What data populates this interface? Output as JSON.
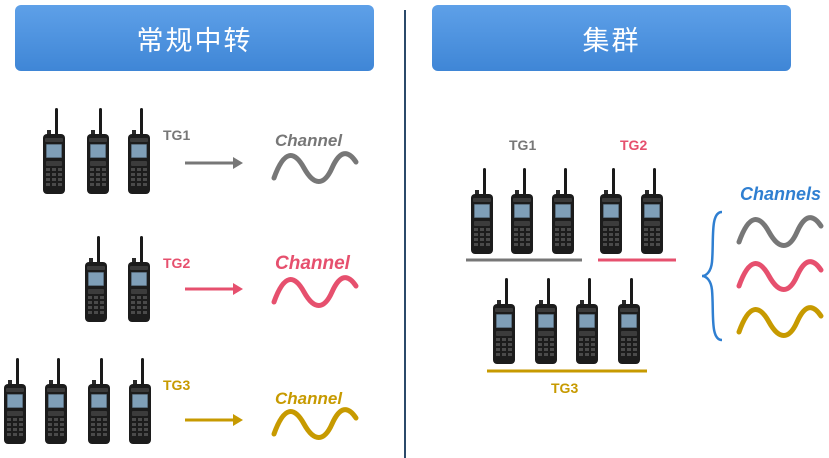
{
  "left_panel": {
    "title": "常规中转",
    "groups": [
      {
        "tg_label": "TG1",
        "tg_color": "#777777",
        "channel_label": "Channel",
        "channel_color": "#777777",
        "radio_count": 3
      },
      {
        "tg_label": "TG2",
        "tg_color": "#e6506e",
        "channel_label": "Channel",
        "channel_color": "#e6506e",
        "radio_count": 2
      },
      {
        "tg_label": "TG3",
        "tg_color": "#c79a00",
        "channel_label": "Channel",
        "channel_color": "#c79a00",
        "radio_count": 4
      }
    ]
  },
  "right_panel": {
    "title": "集群",
    "tg1_label": "TG1",
    "tg2_label": "TG2",
    "tg3_label": "TG3",
    "channels_label": "Channels",
    "channels_color": "#2f7fd1"
  },
  "colors": {
    "header": "#4a8fdc",
    "gray": "#777777",
    "pink": "#e6506e",
    "gold": "#c79a00",
    "divider": "#2b4a6a"
  },
  "icons": [
    "two-way-radio-icon",
    "arrow-icon",
    "wave-icon",
    "curly-brace-icon"
  ]
}
